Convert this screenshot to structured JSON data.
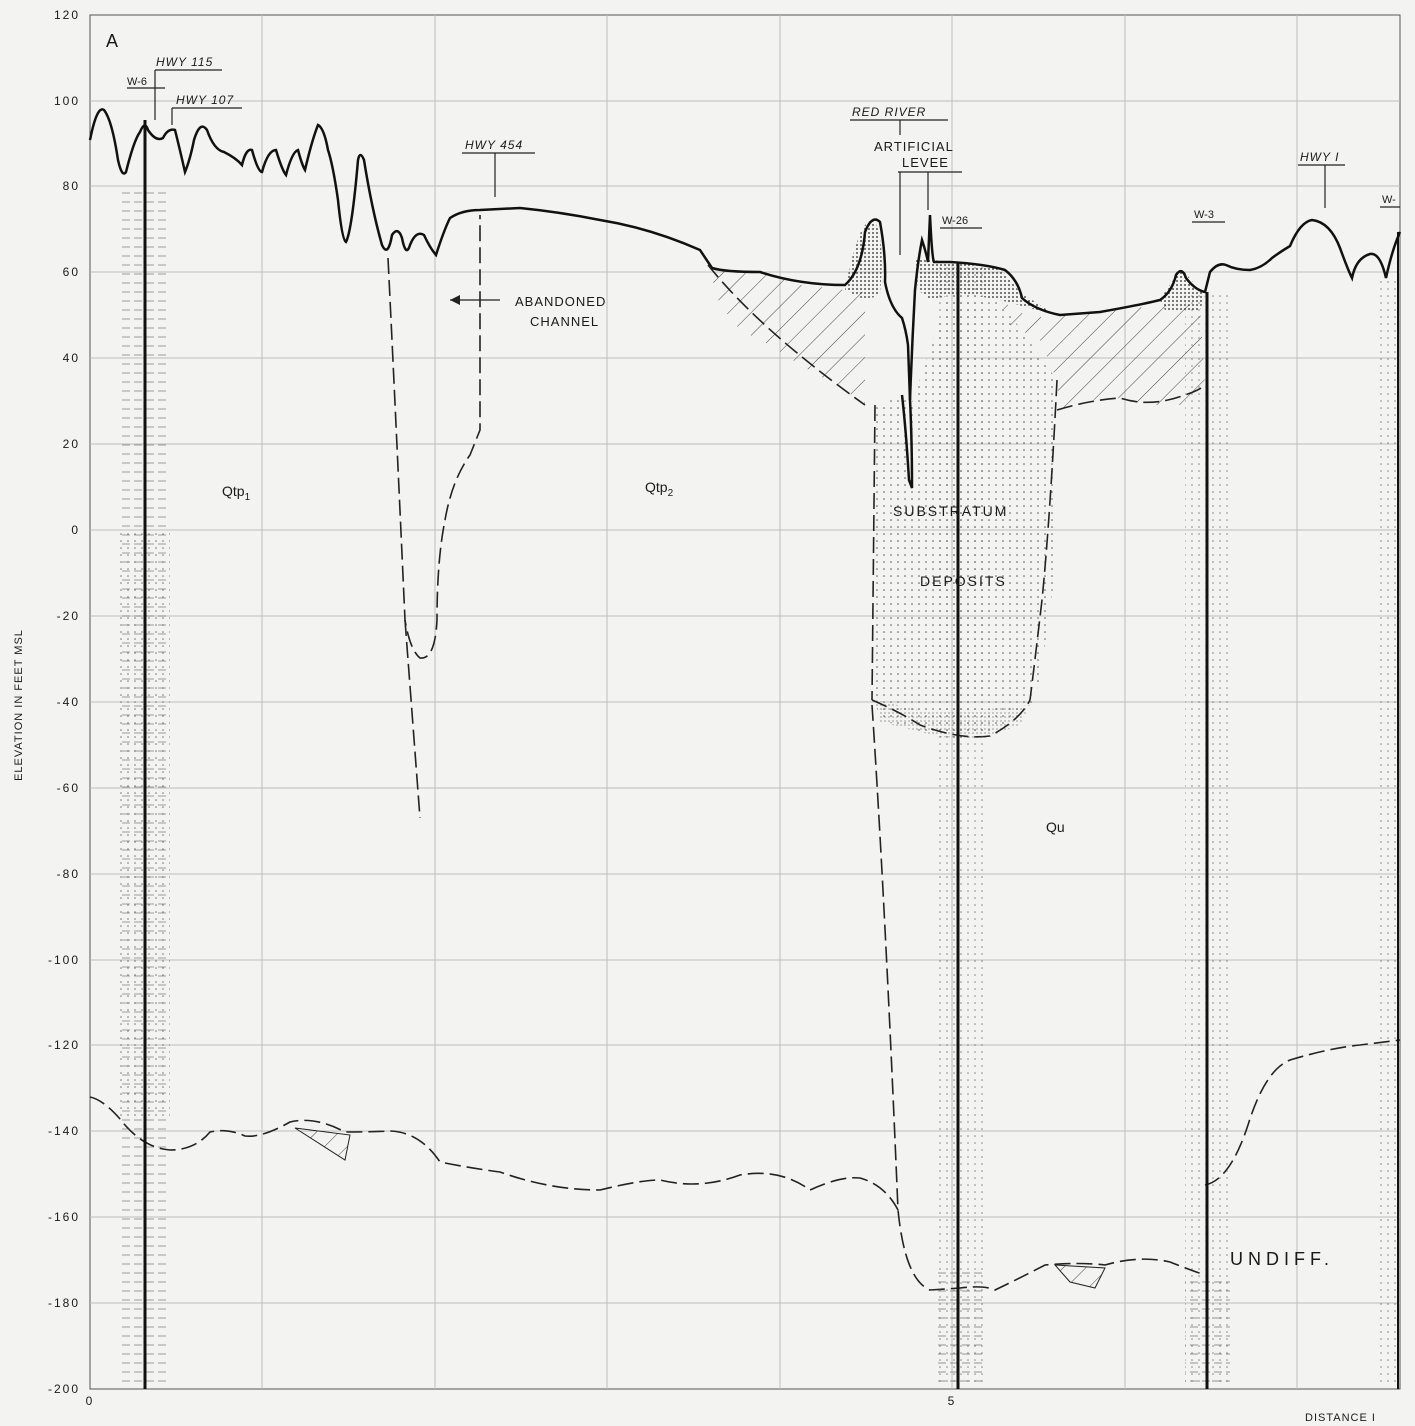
{
  "y_axis": {
    "title": "ELEVATION IN FEET MSL",
    "ticks": [
      "120",
      "100",
      "80",
      "60",
      "40",
      "20",
      "0",
      "-20",
      "-40",
      "-60",
      "-80",
      "-100",
      "-120",
      "-140",
      "-160",
      "-180",
      "-200"
    ]
  },
  "x_axis": {
    "title": "DISTANCE I",
    "ticks": [
      "0",
      "5"
    ]
  },
  "panel_letter": "A",
  "landmarks": {
    "w6": "W-6",
    "hwy115": "HWY 115",
    "hwy107": "HWY 107",
    "hwy454": "HWY 454",
    "red_river": "RED RIVER",
    "artificial": "ARTIFICIAL",
    "levee": "LEVEE",
    "w26": "W-26",
    "w3": "W-3",
    "hwy1": "HWY I",
    "w_edge": "W-"
  },
  "units": {
    "qtp1": "Qtp",
    "qtp1_sub": "1",
    "qtp2": "Qtp",
    "qtp2_sub": "2",
    "substratum": "SUBSTRATUM",
    "deposits": "DEPOSITS",
    "qu": "Qu",
    "undiff": "UNDIFF.",
    "abandoned": "ABANDONED",
    "channel": "CHANNEL"
  },
  "colors": {
    "line": "#1a1a1a",
    "paper": "#f3f3f1",
    "grid": "#bdbdbd"
  }
}
